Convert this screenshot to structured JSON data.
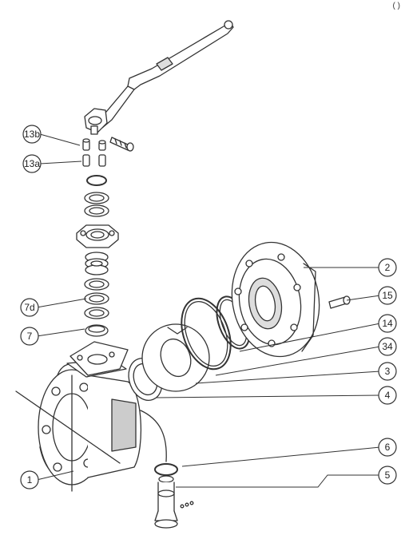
{
  "corner_note": "( )",
  "callouts": [
    {
      "id": "13b",
      "label": "13b"
    },
    {
      "id": "13a",
      "label": "13a"
    },
    {
      "id": "7d",
      "label": "7d"
    },
    {
      "id": "7",
      "label": "7"
    },
    {
      "id": "1",
      "label": "1"
    },
    {
      "id": "2",
      "label": "2"
    },
    {
      "id": "15",
      "label": "15"
    },
    {
      "id": "14",
      "label": "14"
    },
    {
      "id": "34",
      "label": "34"
    },
    {
      "id": "3",
      "label": "3"
    },
    {
      "id": "4",
      "label": "4"
    },
    {
      "id": "6",
      "label": "6"
    },
    {
      "id": "5",
      "label": "5"
    }
  ],
  "colors": {
    "line": "#333333",
    "fill": "#ffffff",
    "shade": "#9a9a9a"
  }
}
